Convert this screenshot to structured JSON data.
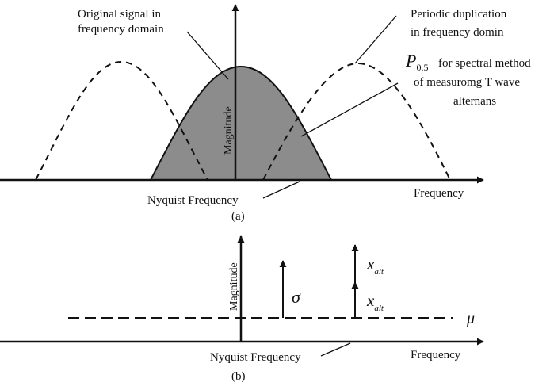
{
  "panel_a": {
    "label_original_line1": "Original signal in",
    "label_original_line2": "frequency domain",
    "label_periodic_line1": "Periodic duplication",
    "label_periodic_line2": "in frequency domin",
    "p_symbol": "P",
    "p_subscript": "0.5",
    "label_p_line1": "for spectral method",
    "label_p_line2": "of measuromg T wave",
    "label_p_line3": "alternans",
    "y_axis_label": "Magnitude",
    "nyquist_label": "Nyquist Frequency",
    "x_axis_label": "Frequency",
    "caption": "(a)"
  },
  "panel_b": {
    "y_axis_label": "Magnitude",
    "sigma_symbol": "σ",
    "x_symbol": "x",
    "x_subscript": "alt",
    "mu_symbol": "μ",
    "nyquist_label": "Nyquist Frequency",
    "x_axis_label": "Frequency",
    "caption": "(b)"
  },
  "colors": {
    "ink": "#111111",
    "shaded_spectrum": "#8c8c8c"
  }
}
